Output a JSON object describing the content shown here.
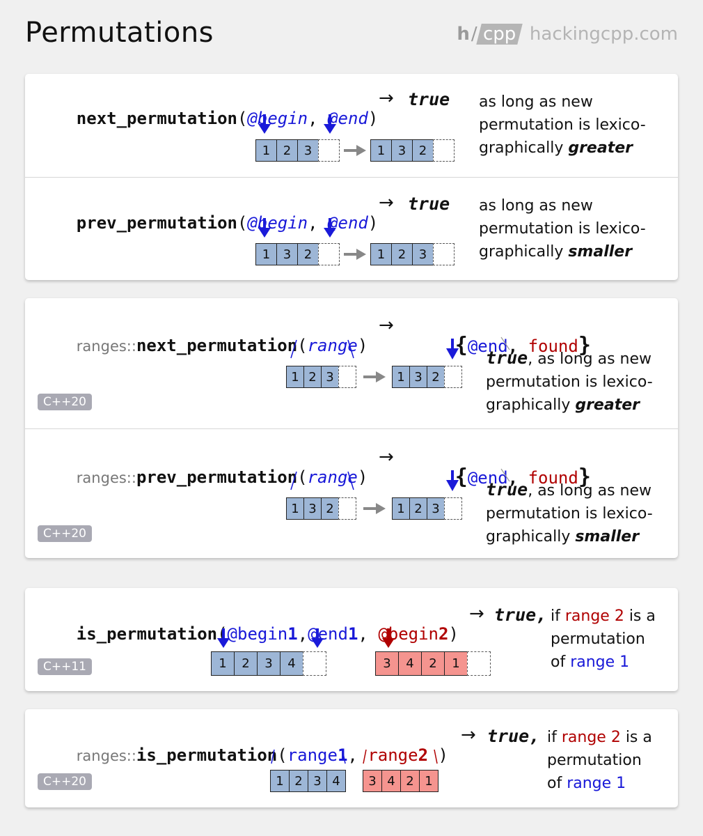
{
  "title": "Permutations",
  "brand": {
    "h": "h",
    "cpp": "cpp",
    "site": "hackingcpp.com"
  },
  "arrow": "→",
  "return_true": "true",
  "section1": {
    "next": {
      "fn": "next_permutation",
      "open": "(",
      "arg1": "@begin",
      "sep": ", ",
      "arg2": "@end",
      "close": ")",
      "before": [
        "1",
        "2",
        "3"
      ],
      "after": [
        "1",
        "3",
        "2"
      ],
      "desc": [
        "as long as new",
        "permutation is lexico-",
        "graphically "
      ],
      "desc_bold": "greater"
    },
    "prev": {
      "fn": "prev_permutation",
      "open": "(",
      "arg1": "@begin",
      "sep": ", ",
      "arg2": "@end",
      "close": ")",
      "before": [
        "1",
        "3",
        "2"
      ],
      "after": [
        "1",
        "2",
        "3"
      ],
      "desc": [
        "as long as new",
        "permutation is lexico-",
        "graphically "
      ],
      "desc_bold": "smaller"
    }
  },
  "section2": {
    "ns": "ranges::",
    "badge": "C++20",
    "ret_open": "{",
    "ret_end": "@end",
    "ret_sep": ",",
    "ret_found": "found",
    "ret_close": "}",
    "next": {
      "fn": "next_permutation",
      "arg": "range",
      "before": [
        "1",
        "2",
        "3"
      ],
      "after": [
        "1",
        "3",
        "2"
      ],
      "desc_true": "true",
      "desc": [
        ", as long as new",
        "permutation is lexico-",
        "graphically "
      ],
      "desc_bold": "greater"
    },
    "prev": {
      "fn": "prev_permutation",
      "arg": "range",
      "before": [
        "1",
        "3",
        "2"
      ],
      "after": [
        "1",
        "2",
        "3"
      ],
      "desc_true": "true",
      "desc": [
        ", as long as new",
        "permutation is lexico-",
        "graphically "
      ],
      "desc_bold": "smaller"
    }
  },
  "section3": {
    "badge": "C++11",
    "fn": "is_permutation",
    "arg1_a": "@begin",
    "arg1_b": "1",
    "arg2_a": "@end",
    "arg2_b": "1",
    "arg3_a": "@begin",
    "arg3_b": "2",
    "range1": [
      "1",
      "2",
      "3",
      "4"
    ],
    "range2": [
      "3",
      "4",
      "2",
      "1"
    ],
    "ret": "true,",
    "desc": {
      "if": "if ",
      "r2": "range 2",
      "isa": " is a",
      "perm": "permutation",
      "of": "of ",
      "r1": "range 1"
    }
  },
  "section4": {
    "ns": "ranges::",
    "badge": "C++20",
    "fn": "is_permutation",
    "arg1_a": "range",
    "arg1_b": "1",
    "arg2_a": "range",
    "arg2_b": "2",
    "range1": [
      "1",
      "2",
      "3",
      "4"
    ],
    "range2": [
      "3",
      "4",
      "2",
      "1"
    ],
    "ret": "true,",
    "desc": {
      "if": "if ",
      "r2": "range 2",
      "isa": " is a",
      "perm": "permutation",
      "of": "of ",
      "r1": "range 1"
    }
  },
  "colors": {
    "blue_arrow": "#1a1ad9",
    "red_arrow": "#b00000",
    "cell_blue": "#9db6d6",
    "cell_red": "#f5948f",
    "badge": "#a9a9b3"
  }
}
